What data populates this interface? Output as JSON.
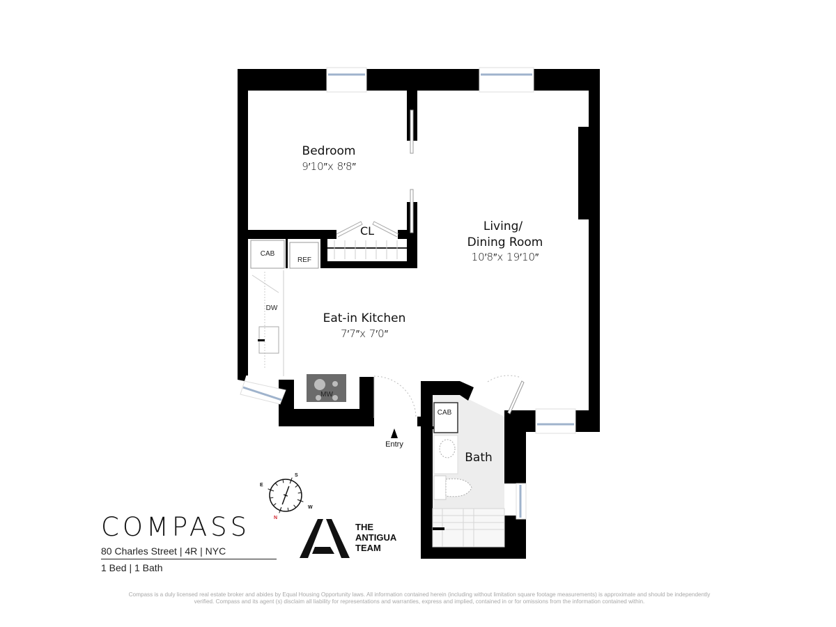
{
  "rooms": {
    "bedroom": {
      "name": "Bedroom",
      "dimensions": "9′10″x 8′8″"
    },
    "living": {
      "name_line1": "Living/",
      "name_line2": "Dining Room",
      "dimensions": "10′8″x 19′10″"
    },
    "kitchen": {
      "name": "Eat-in Kitchen",
      "dimensions": "7′7″x 7′0″"
    },
    "bath": {
      "name": "Bath"
    }
  },
  "fixtures": {
    "closet": "CL",
    "kitchen_cabinet": "CAB",
    "refrigerator": "REF",
    "dishwasher": "DW",
    "microwave": "MW",
    "bath_cabinet": "CAB"
  },
  "entry_label": "Entry",
  "compass": {
    "n": "N",
    "s": "S",
    "e": "E",
    "w": "W",
    "n_color": "#d0262f"
  },
  "brand": {
    "logo": "COMPASS",
    "address": "80 Charles Street | 4R | NYC",
    "summary": "1 Bed | 1 Bath"
  },
  "team": {
    "line1": "THE",
    "line2": "ANTIGUA",
    "line3": "TEAM"
  },
  "disclaimer": "Compass is a duly licensed real estate broker and abides by Equal Housing Opportunity laws. All information contained herein (including without limitation square footage measurements) is approximate and should be independently verified. Compass and its agent (s) disclaim all liability for representations and warranties, express and implied, contained in or for omissions from the information contained within.",
  "colors": {
    "wall": "#000000",
    "window_glass": "#9fb3cc",
    "bath_floor": "#ededed",
    "microwave": "#6b6b6b"
  }
}
